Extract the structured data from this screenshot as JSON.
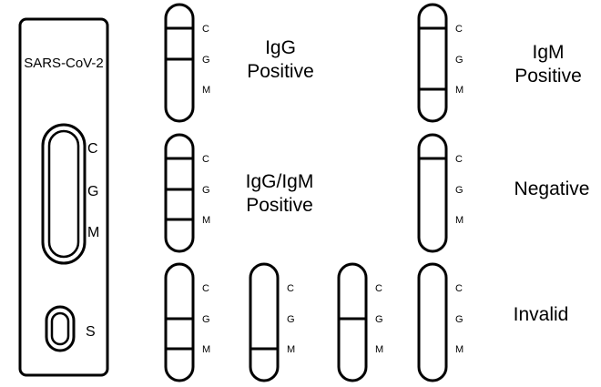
{
  "cassette": {
    "brand_label": "SARS-CoV-2",
    "line_letters": [
      "C",
      "G",
      "M"
    ],
    "sample_letter": "S"
  },
  "strip_letters": [
    "C",
    "G",
    "M"
  ],
  "strips": [
    {
      "id": "igg-positive",
      "lines": [
        "C",
        "G"
      ]
    },
    {
      "id": "igm-positive",
      "lines": [
        "C",
        "M"
      ]
    },
    {
      "id": "igg-igm-positive",
      "lines": [
        "C",
        "G",
        "M"
      ]
    },
    {
      "id": "negative",
      "lines": [
        "C"
      ]
    },
    {
      "id": "invalid-1",
      "lines": [
        "G",
        "M"
      ]
    },
    {
      "id": "invalid-2",
      "lines": [
        "M"
      ]
    },
    {
      "id": "invalid-3",
      "lines": [
        "G"
      ]
    },
    {
      "id": "invalid-4",
      "lines": []
    }
  ],
  "results": {
    "igg_positive": [
      "IgG",
      "Positive"
    ],
    "igm_positive": [
      "IgM",
      "Positive"
    ],
    "igg_igm_positive": [
      "IgG/IgM",
      "Positive"
    ],
    "negative": [
      "Negative"
    ],
    "invalid": [
      "Invalid"
    ]
  }
}
